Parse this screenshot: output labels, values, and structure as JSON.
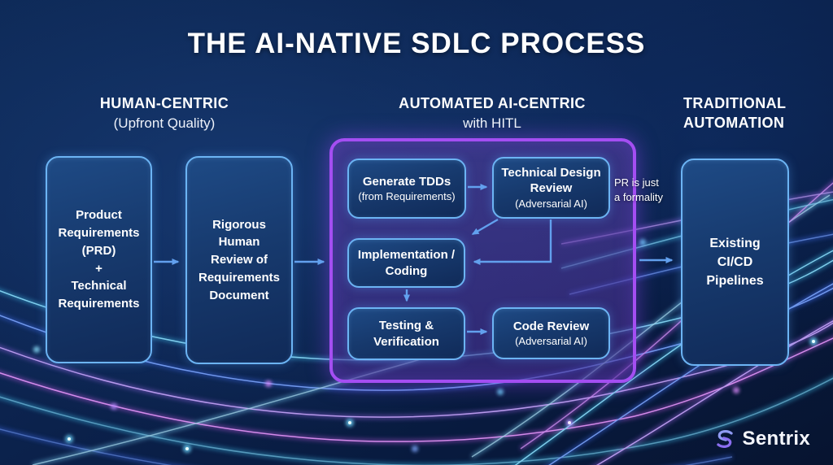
{
  "title": "THE AI-NATIVE SDLC PROCESS",
  "sections": {
    "human": {
      "line1": "HUMAN-CENTRIC",
      "line2": "(Upfront Quality)"
    },
    "automated": {
      "line1": "AUTOMATED AI-CENTRIC",
      "line2": "with HITL"
    },
    "traditional": {
      "line1": "TRADITIONAL",
      "line2": "AUTOMATION"
    }
  },
  "nodes": {
    "prd": {
      "label": "Product\nRequirements\n(PRD)\n+\nTechnical\nRequirements"
    },
    "human_review": {
      "label": "Rigorous\nHuman\nReview of\nRequirements\nDocument"
    },
    "generate_tdds": {
      "title": "Generate TDDs",
      "sub": "(from Requirements)"
    },
    "tech_design_review": {
      "title": "Technical Design\nReview",
      "sub": "(Adversarial AI)"
    },
    "implementation": {
      "title": "Implementation /\nCoding"
    },
    "testing": {
      "title": "Testing &\nVerification"
    },
    "code_review": {
      "title": "Code Review",
      "sub": "(Adversarial AI)"
    },
    "cicd": {
      "label": "Existing\nCI/CD\nPipelines"
    }
  },
  "annotation": {
    "text": "PR is just\na formality"
  },
  "logo": {
    "name": "Sentrix",
    "icon": "sentrix-s-icon"
  },
  "colors": {
    "background_navy": "#0c2450",
    "box_border_blue": "#6cb4f4",
    "box_fill_blue": "#173a6e",
    "container_border_purple": "#a44ef2",
    "arrow_blue": "#62a0ee",
    "streak_cyan": "#45c8f5",
    "streak_purple": "#a86cf5",
    "streak_magenta": "#d05ef0",
    "text_white": "#ffffff"
  }
}
